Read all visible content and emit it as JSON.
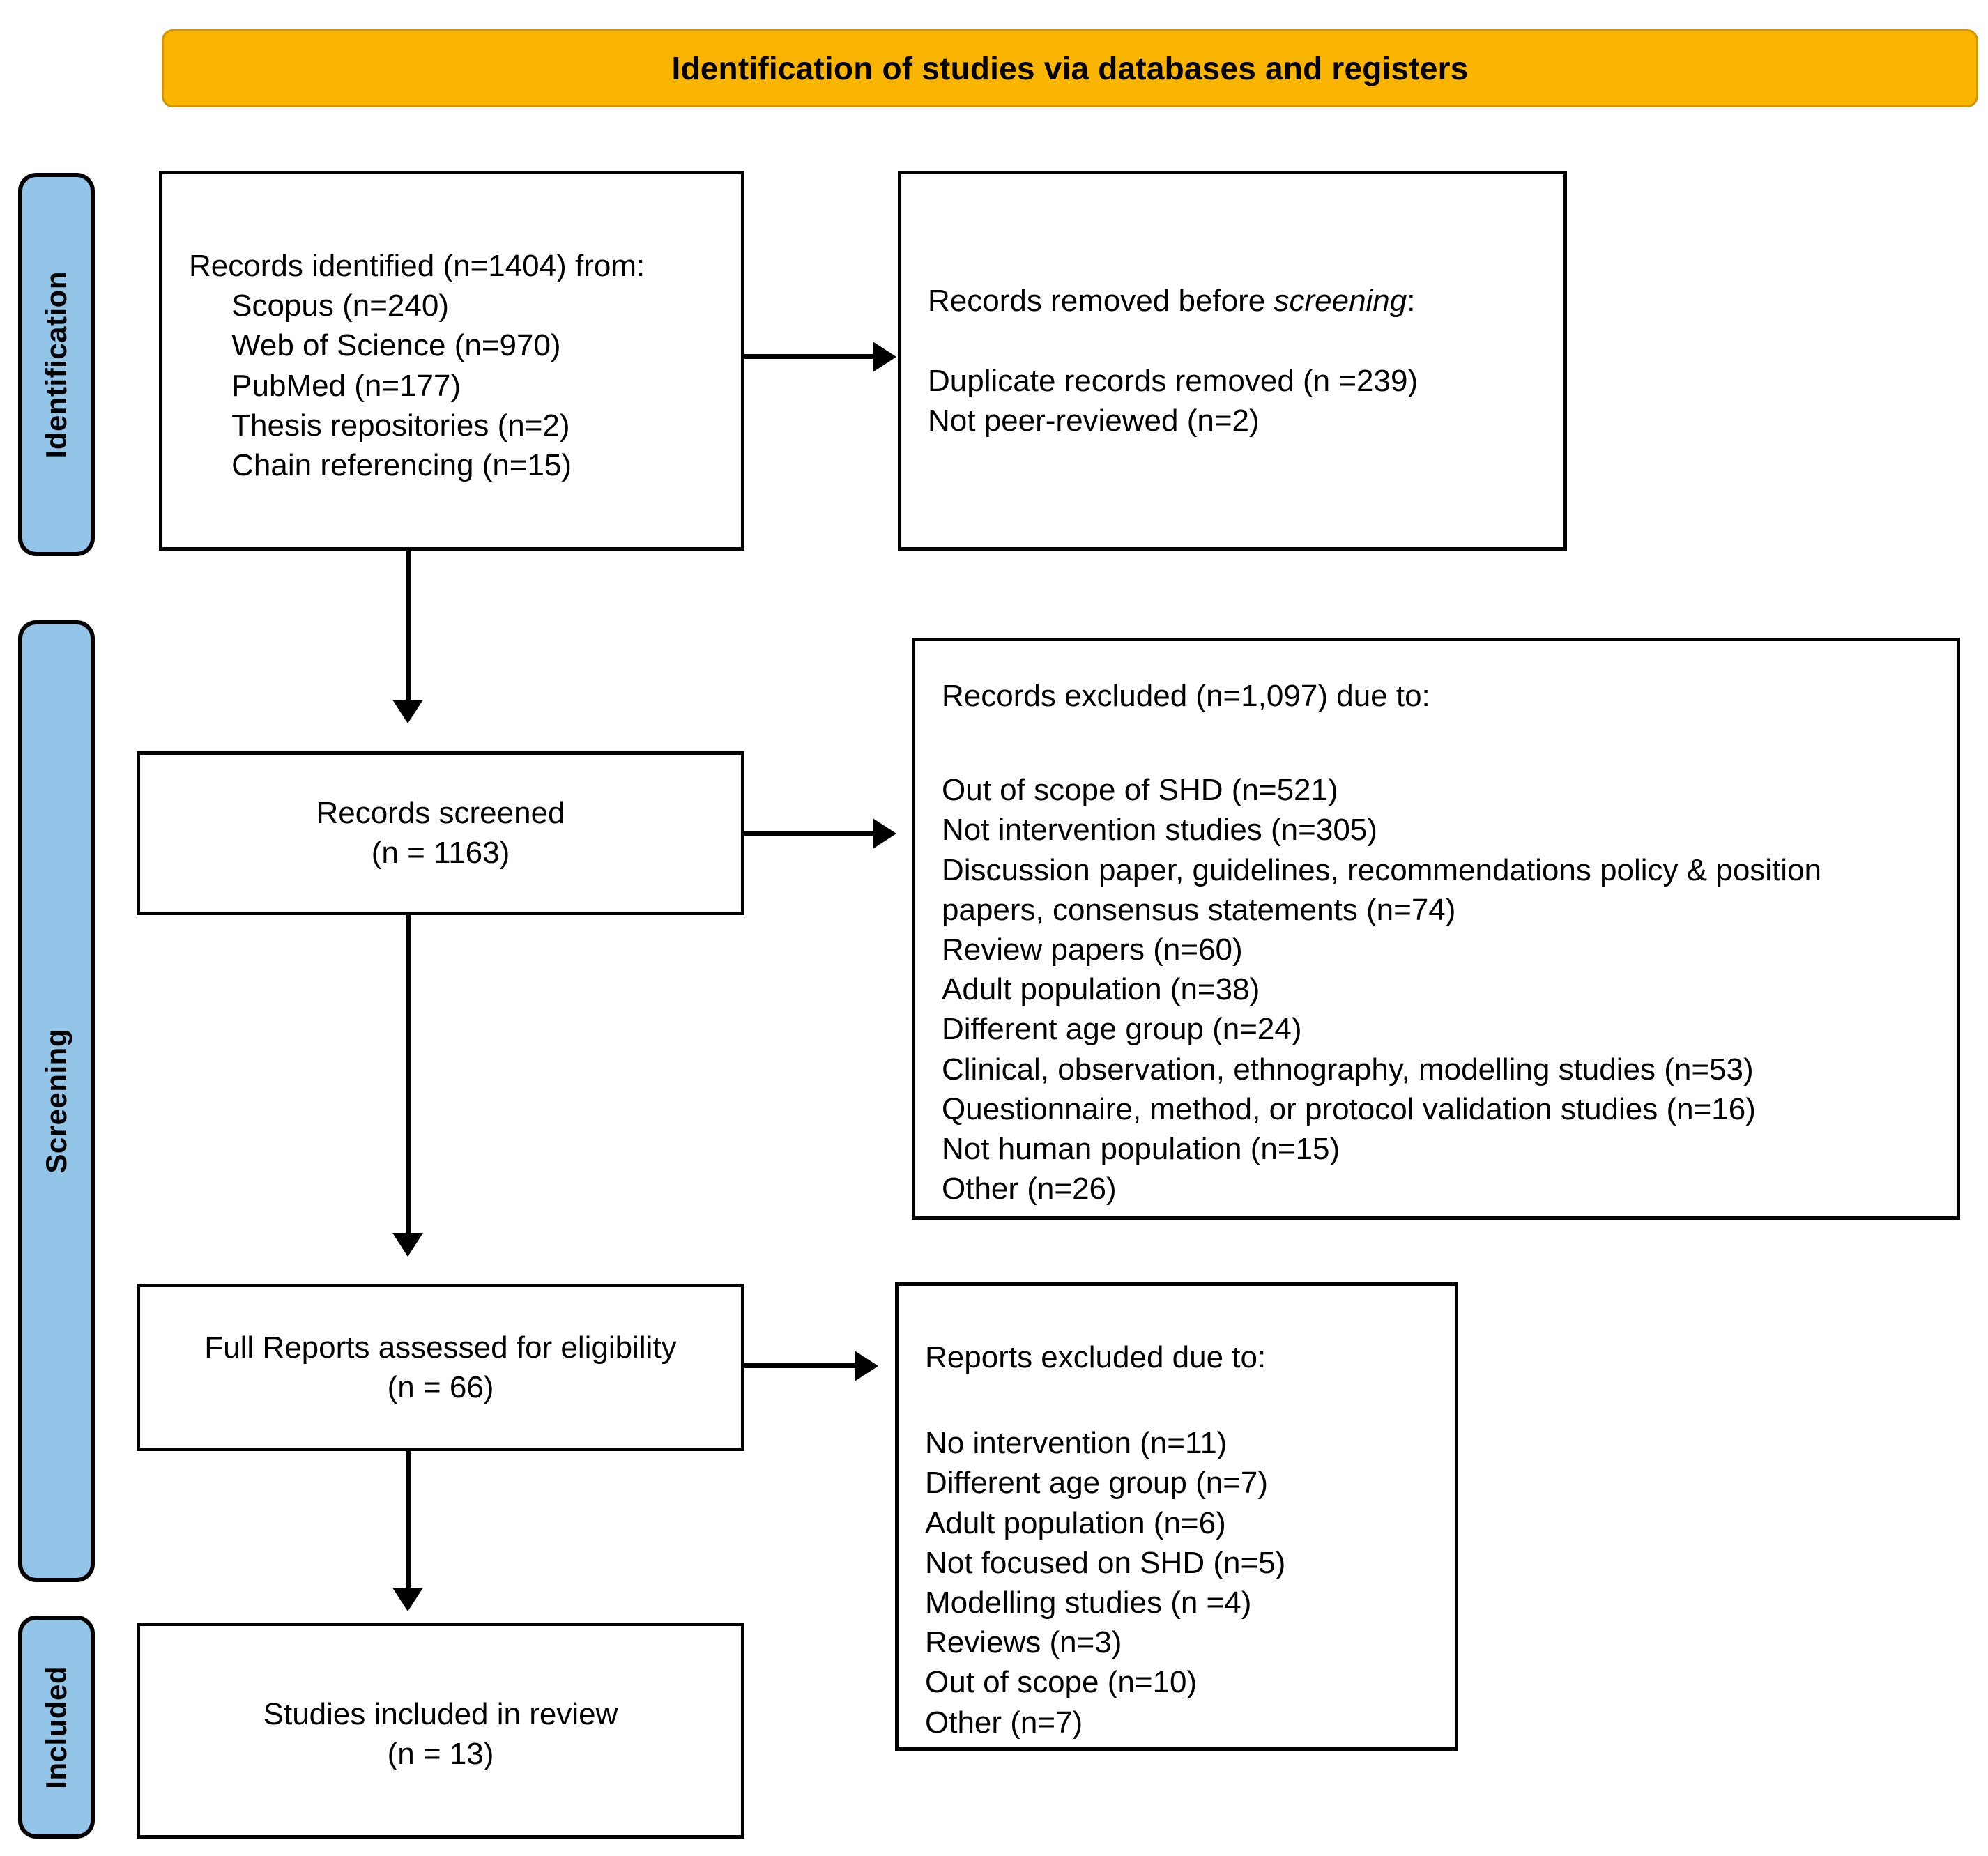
{
  "header": {
    "title": "Identification of studies via databases and registers"
  },
  "phases": [
    {
      "id": "identification",
      "label": "Identification"
    },
    {
      "id": "screening",
      "label": "Screening"
    },
    {
      "id": "included",
      "label": "Included"
    }
  ],
  "boxes": {
    "identified": {
      "text": "Records identified (n=1404) from:\n     Scopus (n=240)\n     Web of Science (n=970)\n     PubMed (n=177)\n     Thesis repositories (n=2)\n     Chain referencing (n=15)"
    },
    "removed": {
      "title_prefix": "Records removed before ",
      "title_italic": "screening",
      "title_suffix": ":",
      "body": "Duplicate records removed (n =239)\nNot peer-reviewed (n=2)"
    },
    "screened": {
      "text": "Records screened\n(n = 1163)"
    },
    "excluded": {
      "heading": "Records excluded (n=1,097) due to:",
      "reasons": "Out of scope of SHD (n=521)\nNot intervention studies (n=305)\nDiscussion paper, guidelines, recommendations policy & position\npapers, consensus statements (n=74)\nReview papers (n=60)\nAdult population (n=38)\nDifferent age group (n=24)\nClinical, observation, ethnography, modelling studies (n=53)\nQuestionnaire, method, or protocol validation studies (n=16)\nNot human population (n=15)\nOther (n=26)"
    },
    "fulltext": {
      "text": "Full Reports assessed for eligibility\n(n = 66)"
    },
    "reports_excluded": {
      "heading": "Reports excluded due to:",
      "reasons": "No intervention (n=11)\nDifferent age group (n=7)\nAdult population (n=6)\nNot focused on SHD (n=5)\nModelling studies (n =4)\nReviews (n=3)\nOut of scope (n=10)\nOther (n=7)"
    },
    "included": {
      "text": "Studies included in review\n(n = 13)"
    }
  },
  "colors": {
    "header_fill": "#FAB500",
    "header_border": "#D49400",
    "phase_fill": "#92C5E8",
    "box_border": "#000000",
    "box_fill": "#FFFFFF"
  },
  "chart_data": {
    "type": "diagram",
    "title": "Identification of studies via databases and registers",
    "flow": "PRISMA study selection flow",
    "nodes": [
      {
        "id": "identified",
        "phase": "Identification",
        "label": "Records identified from databases",
        "n": 1404,
        "sources": [
          {
            "name": "Scopus",
            "n": 240
          },
          {
            "name": "Web of Science",
            "n": 970
          },
          {
            "name": "PubMed",
            "n": 177
          },
          {
            "name": "Thesis repositories",
            "n": 2
          },
          {
            "name": "Chain referencing",
            "n": 15
          }
        ]
      },
      {
        "id": "removed",
        "phase": "Identification",
        "label": "Records removed before screening",
        "reasons": [
          {
            "name": "Duplicate records removed",
            "n": 239
          },
          {
            "name": "Not peer-reviewed",
            "n": 2
          }
        ]
      },
      {
        "id": "screened",
        "phase": "Screening",
        "label": "Records screened",
        "n": 1163
      },
      {
        "id": "excluded",
        "phase": "Screening",
        "label": "Records excluded",
        "n": 1097,
        "reasons": [
          {
            "name": "Out of scope of SHD",
            "n": 521
          },
          {
            "name": "Not intervention studies",
            "n": 305
          },
          {
            "name": "Discussion paper, guidelines, recommendations policy & position papers, consensus statements",
            "n": 74
          },
          {
            "name": "Review papers",
            "n": 60
          },
          {
            "name": "Adult population",
            "n": 38
          },
          {
            "name": "Different age group",
            "n": 24
          },
          {
            "name": "Clinical, observation, ethnography, modelling studies",
            "n": 53
          },
          {
            "name": "Questionnaire, method, or protocol validation studies",
            "n": 16
          },
          {
            "name": "Not human population",
            "n": 15
          },
          {
            "name": "Other",
            "n": 26
          }
        ]
      },
      {
        "id": "fulltext",
        "phase": "Screening",
        "label": "Full Reports assessed for eligibility",
        "n": 66
      },
      {
        "id": "reports_excluded",
        "phase": "Screening",
        "label": "Reports excluded",
        "reasons": [
          {
            "name": "No intervention",
            "n": 11
          },
          {
            "name": "Different age group",
            "n": 7
          },
          {
            "name": "Adult population",
            "n": 6
          },
          {
            "name": "Not focused on SHD",
            "n": 5
          },
          {
            "name": "Modelling studies",
            "n": 4
          },
          {
            "name": "Reviews",
            "n": 3
          },
          {
            "name": "Out of scope",
            "n": 10
          },
          {
            "name": "Other",
            "n": 7
          }
        ]
      },
      {
        "id": "included",
        "phase": "Included",
        "label": "Studies included in review",
        "n": 13
      }
    ],
    "edges": [
      {
        "from": "identified",
        "to": "removed",
        "direction": "right"
      },
      {
        "from": "identified",
        "to": "screened",
        "direction": "down"
      },
      {
        "from": "screened",
        "to": "excluded",
        "direction": "right"
      },
      {
        "from": "screened",
        "to": "fulltext",
        "direction": "down"
      },
      {
        "from": "fulltext",
        "to": "reports_excluded",
        "direction": "right"
      },
      {
        "from": "fulltext",
        "to": "included",
        "direction": "down"
      }
    ]
  }
}
